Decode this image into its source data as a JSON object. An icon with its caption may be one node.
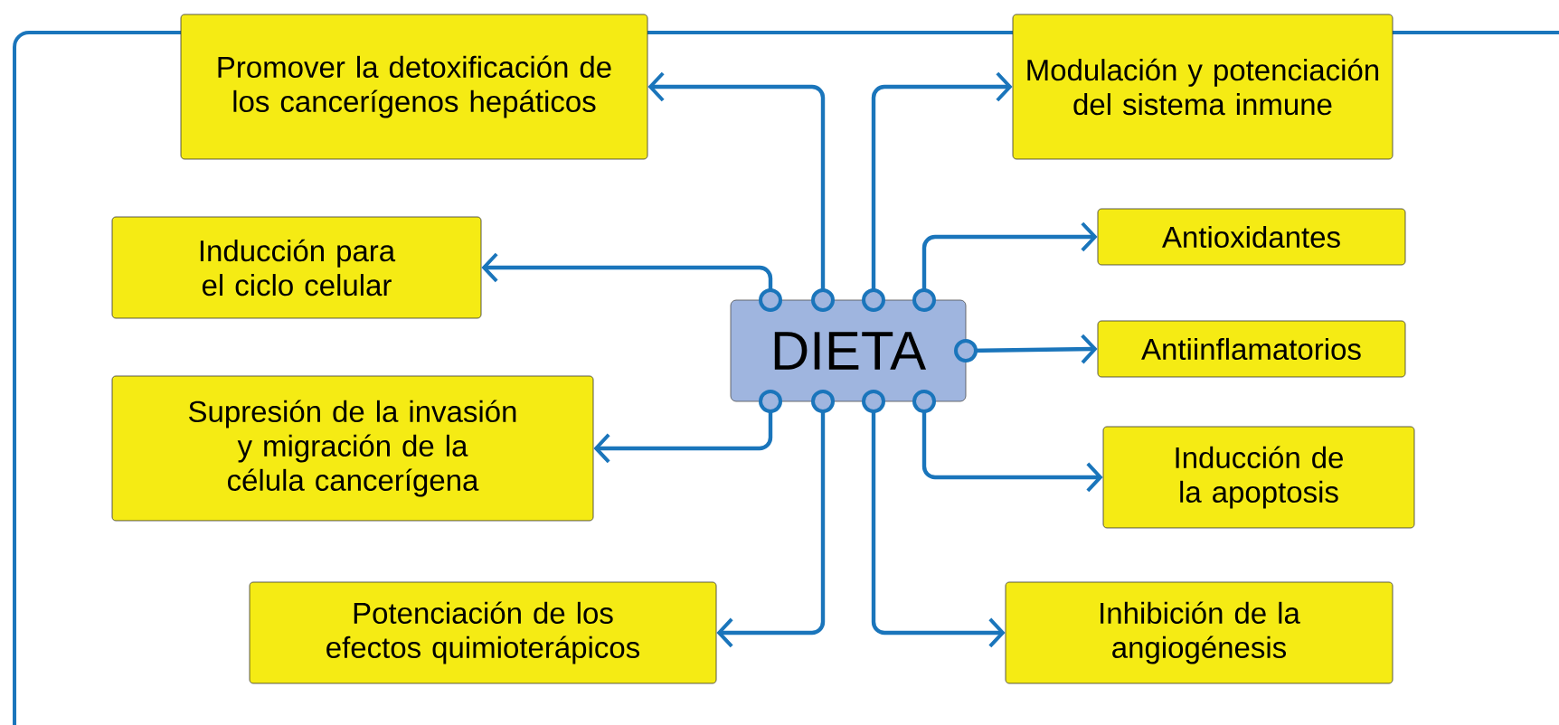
{
  "diagram": {
    "nodes": [
      {
        "text": [
          "DIETA"
        ]
      },
      {
        "text": [
          "Promover la detoxificación de los cancerígenos hepáticos"
        ]
      },
      {
        "text": [
          "Modulación y potenciación del sistema inmune"
        ]
      },
      {
        "text": [
          "Inducción para el ciclo celular"
        ]
      },
      {
        "text": [
          "Antioxidantes"
        ]
      },
      {
        "text": [
          "Antiinflamatorios"
        ]
      },
      {
        "text": [
          "Supresión de la invasión y migración de la célula cancerígena"
        ]
      },
      {
        "text": [
          "Inducción de la apoptosis"
        ]
      },
      {
        "text": [
          "Potenciación de los efectos quimioterápicos"
        ]
      },
      {
        "text": [
          "Inhibición de la angiogénesis"
        ]
      }
    ],
    "edges": [
      {
        "from": 0,
        "to": 1,
        "arrow": "to"
      },
      {
        "from": 0,
        "to": 2,
        "arrow": "to"
      },
      {
        "from": 0,
        "to": 3,
        "arrow": "to"
      },
      {
        "from": 0,
        "to": 4,
        "arrow": "to"
      },
      {
        "from": 0,
        "to": 5,
        "arrow": "to"
      },
      {
        "from": 0,
        "to": 6,
        "arrow": "to"
      },
      {
        "from": 0,
        "to": 7,
        "arrow": "to"
      },
      {
        "from": 0,
        "to": 8,
        "arrow": "to"
      },
      {
        "from": 0,
        "to": 9,
        "arrow": "to"
      }
    ]
  }
}
